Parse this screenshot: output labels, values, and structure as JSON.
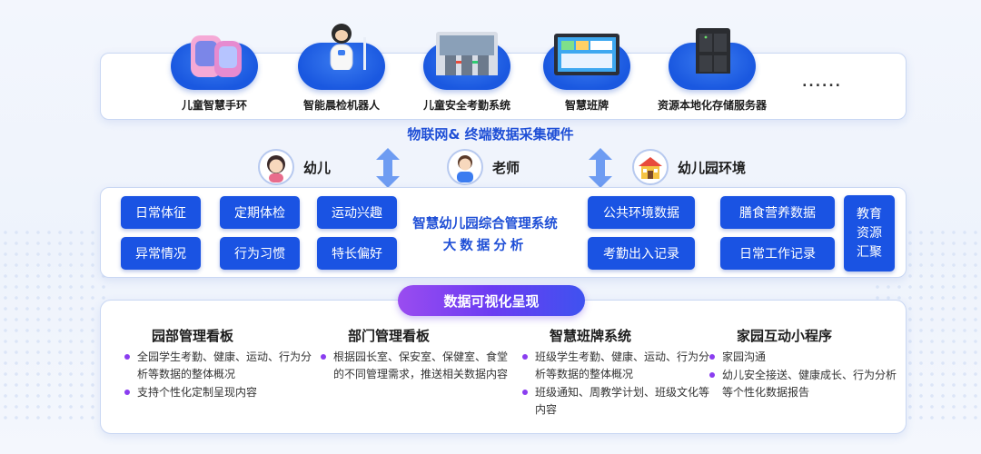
{
  "hardware": {
    "items": [
      {
        "name": "kids-watch",
        "label": "儿童智慧手环"
      },
      {
        "name": "robot",
        "label": "智能晨检机器人"
      },
      {
        "name": "gate",
        "label": "儿童安全考勤系统"
      },
      {
        "name": "board",
        "label": "智慧班牌"
      },
      {
        "name": "server",
        "label": "资源本地化存储服务器"
      }
    ],
    "more": "......",
    "caption": "物联网& 终端数据采集硬件"
  },
  "roles": {
    "child": "幼儿",
    "teacher": "老师",
    "environment": "幼儿园环境"
  },
  "analytics": {
    "child_tags": [
      "日常体征",
      "定期体检",
      "运动兴趣",
      "异常情况",
      "行为习惯",
      "特长偏好"
    ],
    "title": "智慧幼儿园综合管理系统",
    "subtitle": "大数据分析",
    "env_tags": [
      "公共环境数据",
      "考勤出入记录"
    ],
    "staff_tags": [
      "膳食营养数据",
      "日常工作记录"
    ],
    "edu_tag": "教育资源汇聚"
  },
  "visualization": {
    "header": "数据可视化呈现",
    "boards": [
      {
        "title": "园部管理看板",
        "items": [
          "全园学生考勤、健康、运动、行为分析等数据的整体概况",
          "支持个性化定制呈现内容"
        ]
      },
      {
        "title": "部门管理看板",
        "items": [
          "根据园长室、保安室、保健室、食堂的不同管理需求，推送相关数据内容"
        ]
      },
      {
        "title": "智慧班牌系统",
        "items": [
          "班级学生考勤、健康、运动、行为分析等数据的整体概况",
          "班级通知、周教学计划、班级文化等内容"
        ]
      },
      {
        "title": "家园互动小程序",
        "items": [
          "家园沟通",
          "幼儿安全接送、健康成长、行为分析等个性化数据报告"
        ]
      }
    ]
  },
  "colors": {
    "primary": "#1a53e3",
    "accent_text": "#1f4fd6",
    "purple": "#8a3df0"
  }
}
